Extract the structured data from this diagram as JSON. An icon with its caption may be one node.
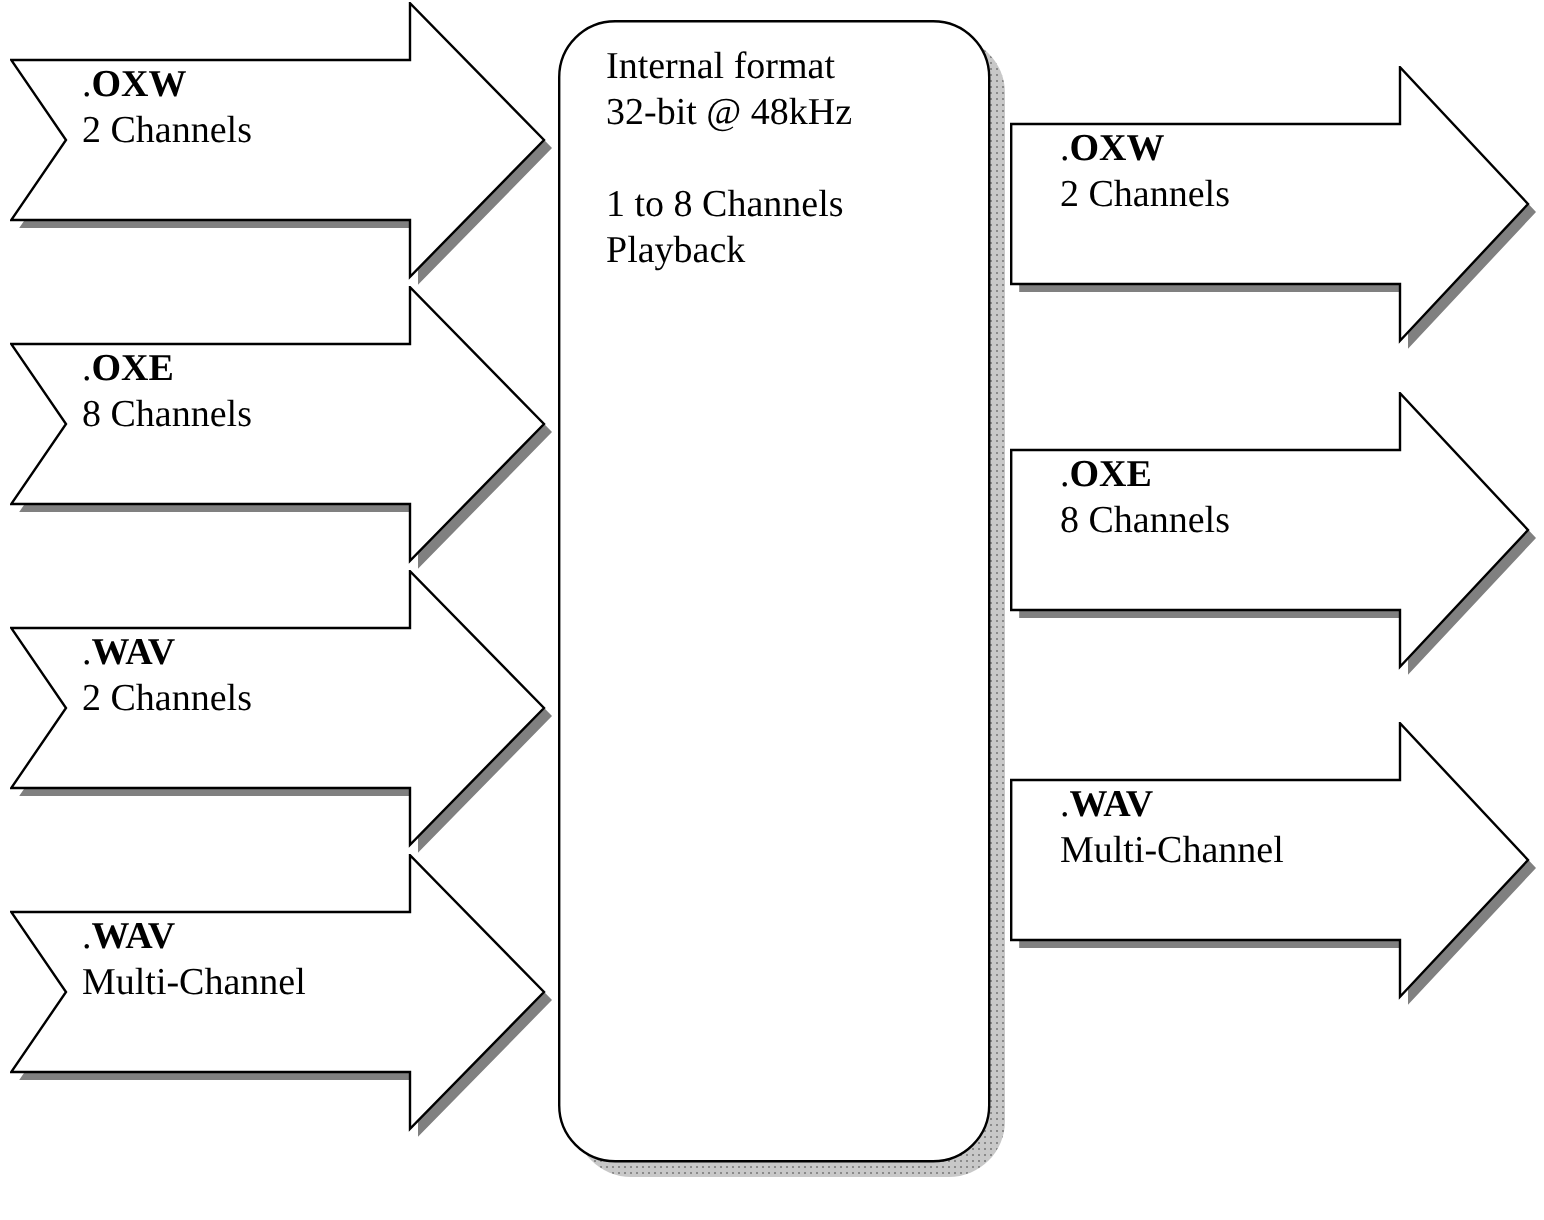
{
  "diagram": {
    "nodes": [
      {
        "text": [
          ".**OXW**",
          "2 Channels"
        ]
      },
      {
        "text": [
          ".**OXE**",
          "8 Channels"
        ]
      },
      {
        "text": [
          ".**WAV**",
          "2 Channels"
        ]
      },
      {
        "text": [
          ".**WAV**",
          "Multi-Channel"
        ]
      },
      {
        "text": [
          "Internal format 32-bit @ 48kHz",
          "1 to 8 Channels Playback"
        ]
      },
      {
        "text": [
          ".**OXW**",
          "2 Channels"
        ]
      },
      {
        "text": [
          ".**OXE**",
          "8 Channels"
        ]
      },
      {
        "text": [
          ".**WAV**",
          "Multi-Channel"
        ]
      }
    ],
    "edges": []
  }
}
